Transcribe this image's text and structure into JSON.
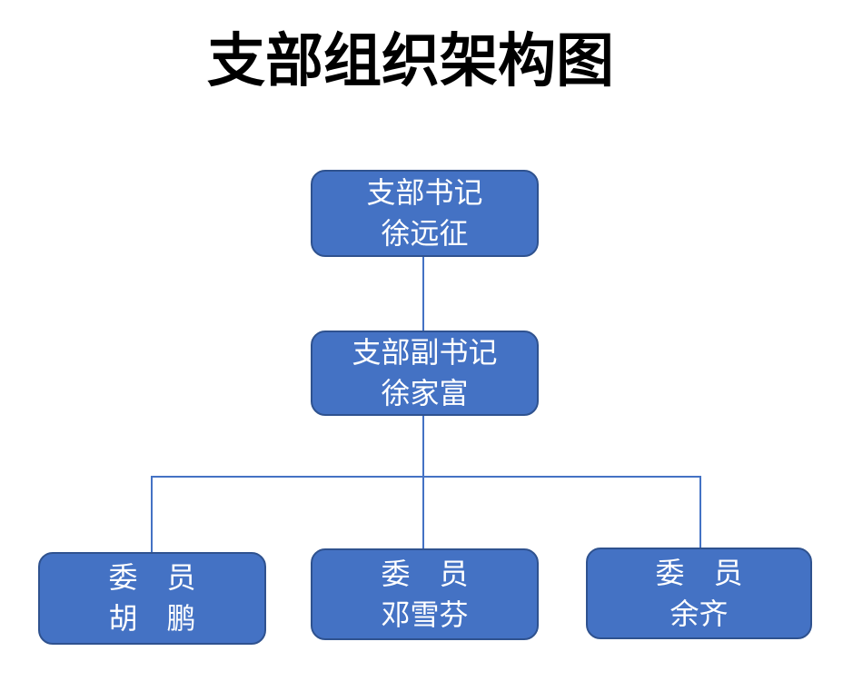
{
  "page": {
    "title": "支部组织架构图"
  },
  "colors": {
    "background": "#FFFFFF",
    "title_text": "#000000",
    "node_fill": "#4472C4",
    "node_border": "#2F528F",
    "node_text": "#FFFFFF",
    "connector": "#4472C4"
  },
  "diagram": {
    "type": "org-chart",
    "nodes": [
      {
        "id": "secretary",
        "role": "支部书记",
        "name": "徐远征"
      },
      {
        "id": "deputy",
        "role": "支部副书记",
        "name": "徐家富"
      },
      {
        "id": "member-1",
        "role": "委　员",
        "name": "胡　鹏"
      },
      {
        "id": "member-2",
        "role": "委　员",
        "name": "邓雪芬"
      },
      {
        "id": "member-3",
        "role": "委　员",
        "name": "余齐"
      }
    ],
    "edges": [
      {
        "from": "secretary",
        "to": "deputy"
      },
      {
        "from": "deputy",
        "to": "member-1"
      },
      {
        "from": "deputy",
        "to": "member-2"
      },
      {
        "from": "deputy",
        "to": "member-3"
      }
    ]
  }
}
